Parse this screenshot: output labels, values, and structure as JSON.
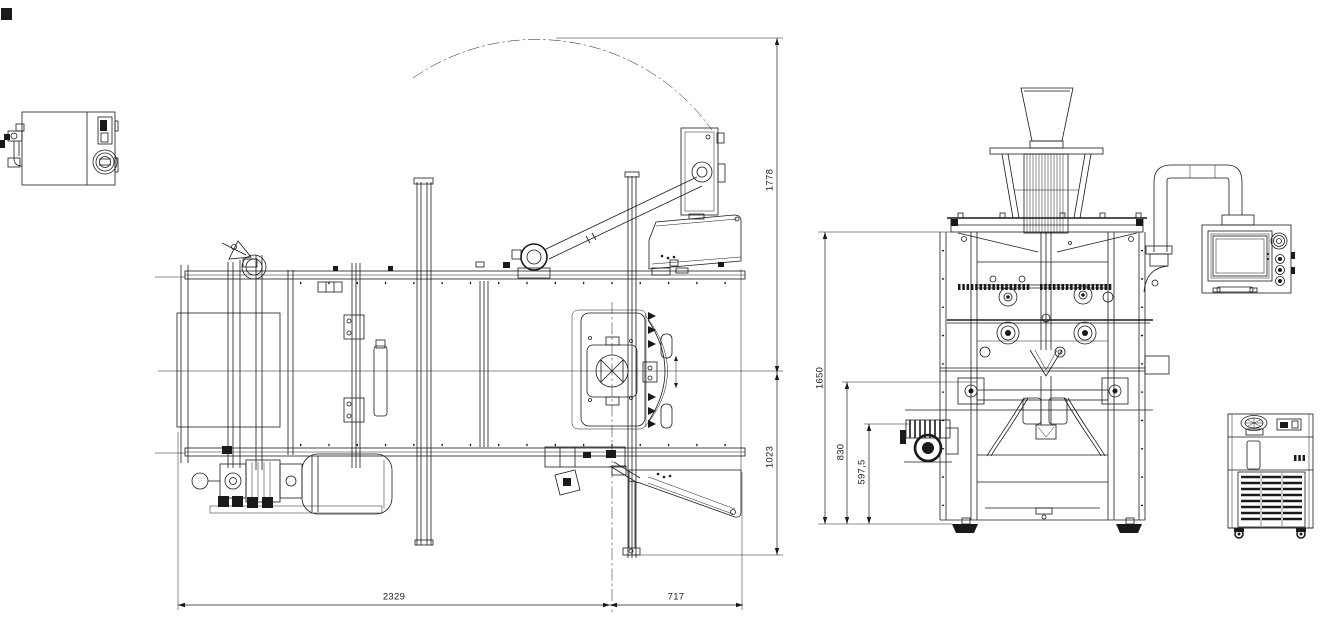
{
  "drawing": {
    "description": "CAD engineering drawing of a vertical form-fill-seal packaging machine, plan (top) view and front view with auxiliary units",
    "line_color": "#1a1a1a",
    "background_color": "#ffffff"
  },
  "dimensions": {
    "top_view": {
      "depth_upper": "1778",
      "depth_lower": "1023",
      "width_main": "2329",
      "width_discharge": "717"
    },
    "front_view": {
      "frame_height": "1650",
      "mid_height": "830",
      "lower_height": "597,5"
    }
  },
  "components": {
    "top_view": [
      "swing-arc",
      "control-arm",
      "hmi-panel-top",
      "film-reel",
      "seal-columns",
      "forming-tube-cross-section",
      "discharge-flaps",
      "drive-motor"
    ],
    "front_view": [
      "hopper-funnel",
      "forming-tube",
      "machine-frame",
      "film-drive-pulleys",
      "sealing-jaw-beam",
      "conduit-arch",
      "hmi-panel",
      "chiller-unit",
      "auxiliary-pump-unit"
    ]
  }
}
